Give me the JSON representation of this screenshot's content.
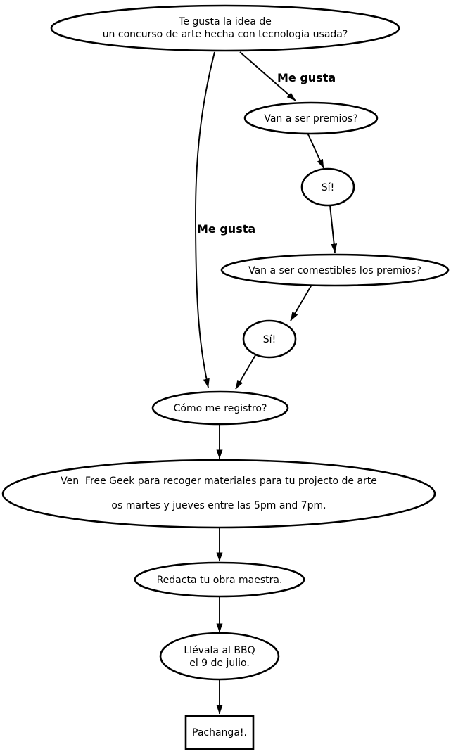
{
  "diagram": {
    "title": "Art contest flowchart",
    "colors": {
      "background": "#ffffff",
      "node_stroke": "#000000",
      "edge": "#000000",
      "text": "#000000"
    },
    "nodes": {
      "start": {
        "shape": "ellipse",
        "lines": [
          "Te gusta la idea de",
          "un concurso de arte hecha con tecnologia usada?"
        ]
      },
      "premios": {
        "shape": "ellipse",
        "label": "Van a ser premios?"
      },
      "si1": {
        "shape": "ellipse",
        "label": "Sí!"
      },
      "comestibles": {
        "shape": "ellipse",
        "label": "Van a ser comestibles los premios?"
      },
      "si2": {
        "shape": "ellipse",
        "label": "Sí!"
      },
      "registro": {
        "shape": "ellipse",
        "label": "Cómo me registro?"
      },
      "ven": {
        "shape": "ellipse",
        "lines": [
          "Ven  Free Geek para recoger materiales para tu projecto de arte",
          "os martes y jueves entre las 5pm and 7pm."
        ]
      },
      "redacta": {
        "shape": "ellipse",
        "label": "Redacta tu obra maestra."
      },
      "bbq": {
        "shape": "ellipse",
        "lines": [
          "Llévala al BBQ",
          "el 9 de julio."
        ]
      },
      "pachanga": {
        "shape": "rect",
        "label": "Pachanga!."
      }
    },
    "edge_labels": {
      "me_gusta_right": "Me gusta",
      "me_gusta_left": "Me gusta"
    },
    "edges": [
      {
        "from": "start",
        "to": "premios",
        "label": "Me gusta"
      },
      {
        "from": "start",
        "to": "registro",
        "label": "Me gusta"
      },
      {
        "from": "premios",
        "to": "si1",
        "label": ""
      },
      {
        "from": "si1",
        "to": "comestibles",
        "label": ""
      },
      {
        "from": "comestibles",
        "to": "si2",
        "label": ""
      },
      {
        "from": "si2",
        "to": "registro",
        "label": ""
      },
      {
        "from": "registro",
        "to": "ven",
        "label": ""
      },
      {
        "from": "ven",
        "to": "redacta",
        "label": ""
      },
      {
        "from": "redacta",
        "to": "bbq",
        "label": ""
      },
      {
        "from": "bbq",
        "to": "pachanga",
        "label": ""
      }
    ]
  }
}
